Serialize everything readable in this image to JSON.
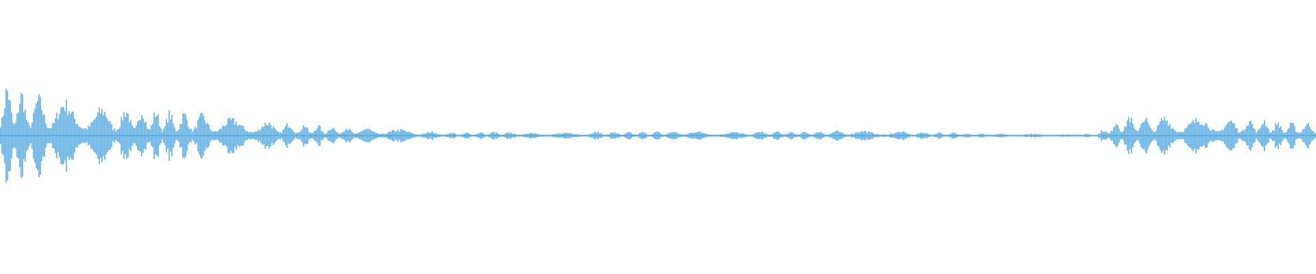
{
  "waveform": {
    "color": "#5dade2",
    "amplitude_envelope": [
      0.95,
      0.72,
      0.62,
      0.58,
      0.45,
      0.5,
      0.42,
      0.4,
      0.3,
      0.28,
      0.24,
      0.2,
      0.17,
      0.14,
      0.12,
      0.1,
      0.06,
      0.05,
      0.07,
      0.05,
      0.06,
      0.05,
      0.07,
      0.06,
      0.07,
      0.08,
      0.07,
      0.06,
      0.08,
      0.07,
      0.08,
      0.09,
      0.08,
      0.07,
      0.06,
      0.05,
      0.03,
      0.03,
      0.03,
      0.02,
      0.04,
      0.36,
      0.34,
      0.32,
      0.3,
      0.28,
      0.3,
      0.22
    ]
  }
}
